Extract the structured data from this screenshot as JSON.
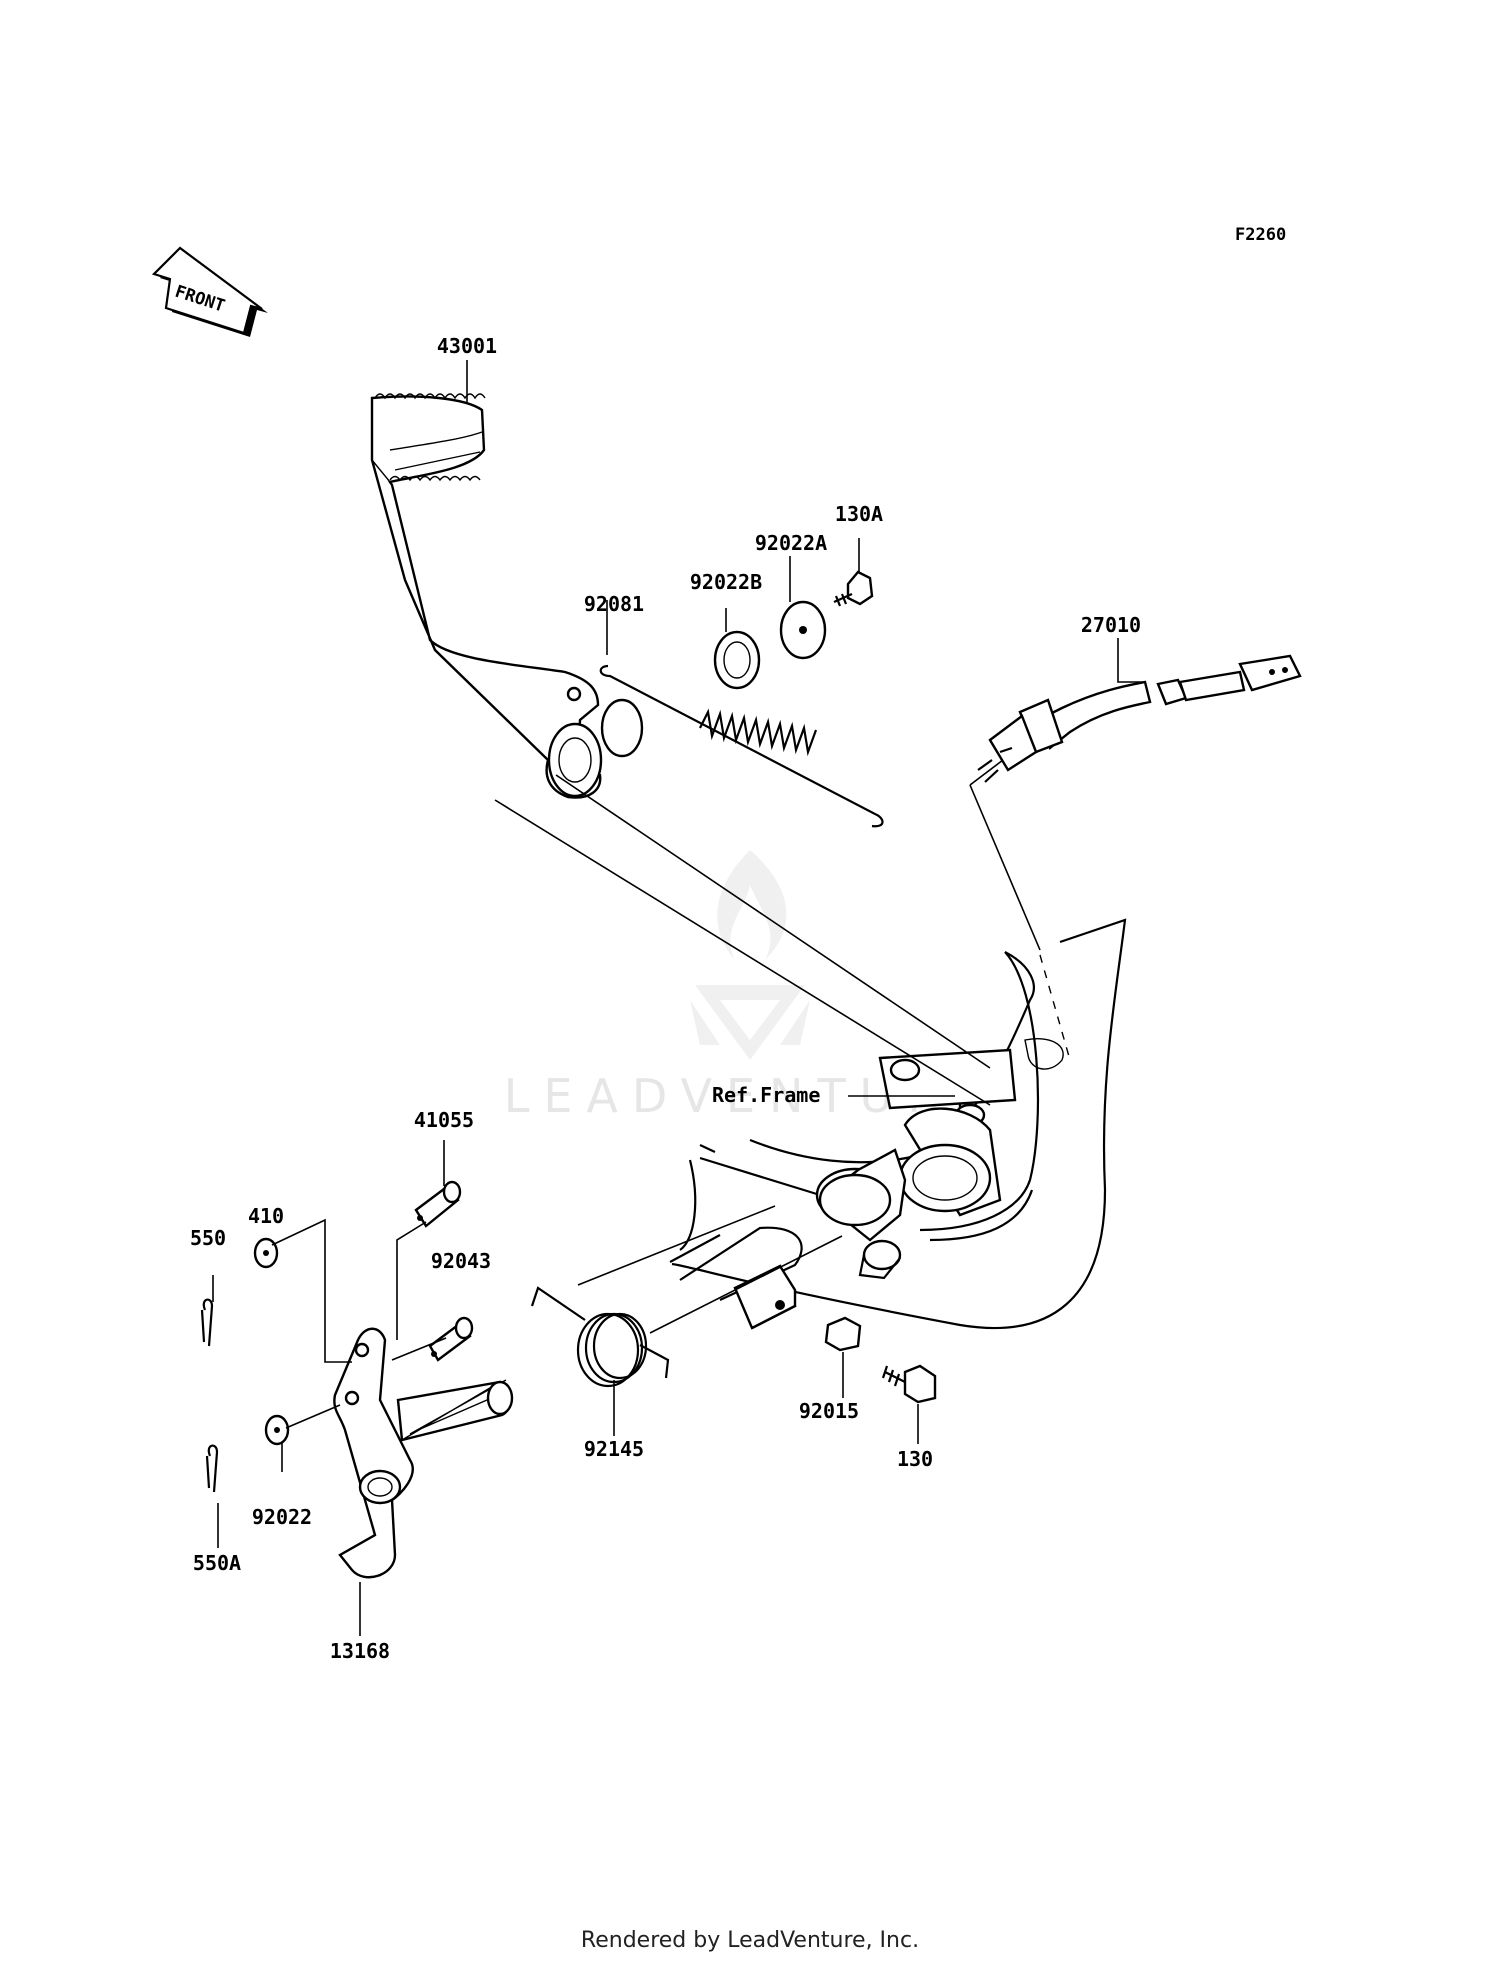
{
  "diagram": {
    "code": "F2260",
    "front_arrow_label": "FRONT",
    "ref_label": "Ref.Frame",
    "watermark": "LEADVENTURE",
    "parts": [
      {
        "id": "43001"
      },
      {
        "id": "130A"
      },
      {
        "id": "92022A"
      },
      {
        "id": "92022B"
      },
      {
        "id": "92081"
      },
      {
        "id": "27010"
      },
      {
        "id": "41055"
      },
      {
        "id": "410"
      },
      {
        "id": "550"
      },
      {
        "id": "92043"
      },
      {
        "id": "92022"
      },
      {
        "id": "550A"
      },
      {
        "id": "13168"
      },
      {
        "id": "92145"
      },
      {
        "id": "92015"
      },
      {
        "id": "130"
      }
    ]
  },
  "footer": {
    "text": "Rendered by LeadVenture, Inc."
  }
}
